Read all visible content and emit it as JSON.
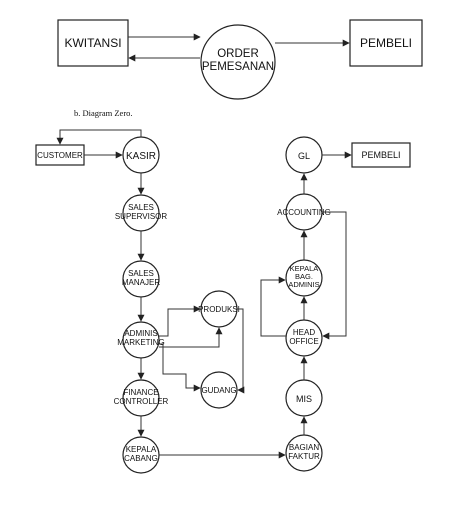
{
  "context": {
    "process": [
      "ORDER",
      "PEMESANAN"
    ],
    "left_entity": "KWITANSI",
    "right_entity": "PEMBELI"
  },
  "caption": "b. Diagram Zero.",
  "nodes": {
    "customer": "CUSTOMER",
    "kasir": "KASIR",
    "sales_supervisor": [
      "SALES",
      "SUPERVISOR"
    ],
    "sales_manajer": [
      "SALES",
      "MANAJER"
    ],
    "adminis_marketing": [
      "ADMINIS",
      "MARKETING"
    ],
    "produksi": "PRODUKSI",
    "gudang": "GUDANG",
    "finance_controller": [
      "FINANCE",
      "CONTROLLER"
    ],
    "kepala_cabang": [
      "KEPALA",
      "CABANG"
    ],
    "bagian_faktur": [
      "BAGIAN",
      "FAKTUR"
    ],
    "mis": "MIS",
    "head_office": [
      "HEAD",
      "OFFICE"
    ],
    "kepala_bag_adminis": [
      "KEPALA",
      "BAG.",
      "ADMINIS"
    ],
    "accounting": "ACCOUNTING",
    "gl": "GL",
    "pembeli": "PEMBELI"
  },
  "colors": {
    "stroke": "#222222",
    "text": "#111111",
    "background": "#ffffff"
  }
}
